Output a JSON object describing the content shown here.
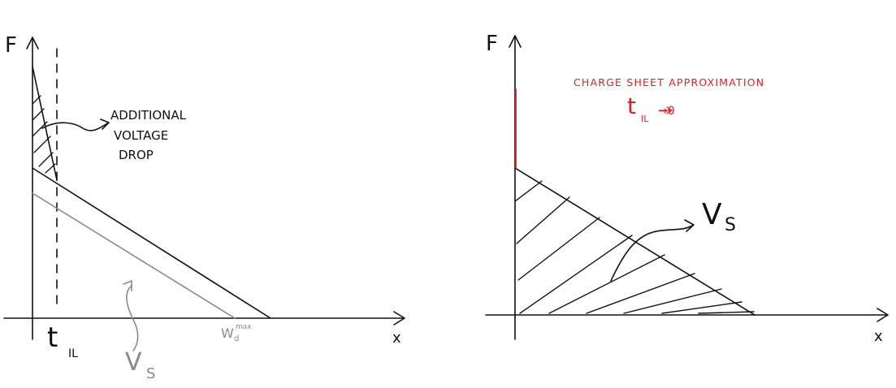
{
  "left_plot": {
    "y_axis_label": "F",
    "x_axis_label": "x",
    "t_label": "t",
    "t_subscript": "IL",
    "annotation_lines": [
      "ADDITIONAL",
      "VOLTAGE",
      "DROP"
    ],
    "wd_label": "W",
    "wd_subscript": "d",
    "wd_superscript": "max",
    "vs_label": "V",
    "vs_subscript": "S"
  },
  "right_plot": {
    "y_axis_label": "F",
    "x_axis_label": "x",
    "title": "CHARGE SHEET APPROXIMATION",
    "t_label": "t",
    "t_subscript": "IL",
    "t_arrow_target": "→0",
    "vs_label": "V",
    "vs_subscript": "S"
  },
  "colors": {
    "ink": "#111111",
    "grey_ink": "#8a8a8a",
    "red_ink": "#e02020"
  }
}
